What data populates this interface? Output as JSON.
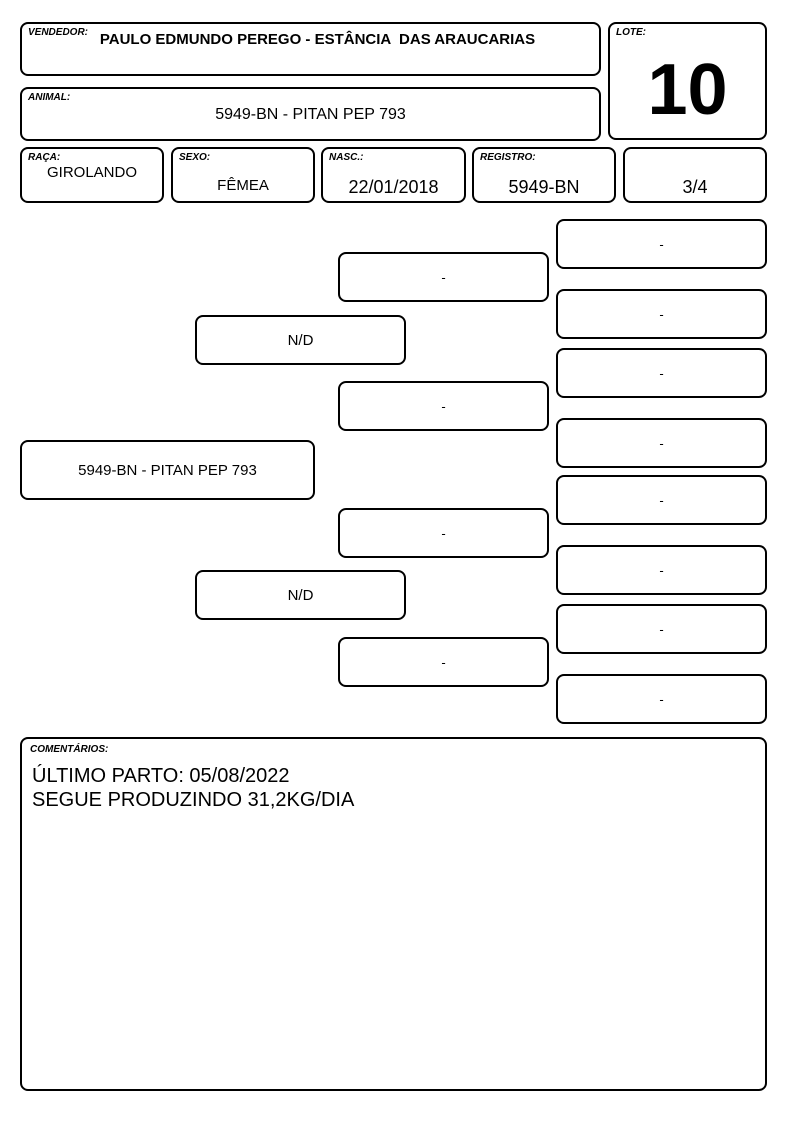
{
  "header": {
    "vendedor_label": "VENDEDOR:",
    "vendedor": "PAULO EDMUNDO PEREGO - ESTÂNCIA  DAS ARAUCARIAS",
    "lote_label": "LOTE:",
    "lote": "10",
    "animal_label": "ANIMAL:",
    "animal": "5949-BN - PITAN PEP 793"
  },
  "details": {
    "raca_label": "RAÇA:",
    "raca": "GIROLANDO",
    "sexo_label": "SEXO:",
    "sexo": "FÊMEA",
    "nasc_label": "NASC.:",
    "nasc": "22/01/2018",
    "registro_label": "REGISTRO:",
    "registro": "5949-BN",
    "grau": "3/4"
  },
  "pedigree": {
    "animal": "5949-BN - PITAN PEP 793",
    "sire": "N/D",
    "dam": "N/D",
    "grandparents": [
      "-",
      "-",
      "-",
      "-"
    ],
    "great_grandparents": [
      "-",
      "-",
      "-",
      "-",
      "-",
      "-",
      "-",
      "-"
    ]
  },
  "comments": {
    "label": "COMENTÁRIOS:",
    "line1": "ÚLTIMO PARTO: 05/08/2022",
    "line2": "SEGUE PRODUZINDO 31,2KG/DIA"
  }
}
